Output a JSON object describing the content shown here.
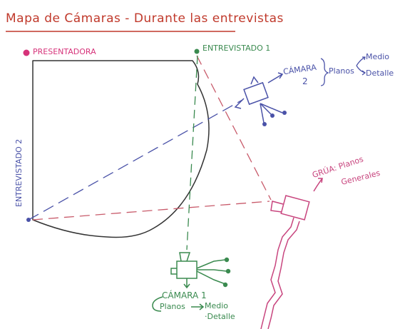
{
  "title": "Mapa de Cámaras - Durante las entrevistas",
  "people": {
    "presenter": "PRESENTADORA",
    "interviewee1": "ENTREVISTADO 1",
    "interviewee2": "ENTREVISTADO 2"
  },
  "camera2": {
    "label": "CÁMARA",
    "number": "2",
    "shots_label": "Planos",
    "shot_a": "Medio",
    "shot_b": "Detalle"
  },
  "crane": {
    "label": "GRÚA: Planos",
    "label2": "Generales"
  },
  "camera1": {
    "label": "CÁMARA 1",
    "shots_label": "Planos",
    "shot_a": "Medio",
    "shot_b": "·Detalle"
  },
  "colors": {
    "title": "#c0392b",
    "room": "#333333",
    "presenter_dot": "#d6337a",
    "camera2": "#4a52a8",
    "camera1": "#3a8a4f",
    "crane": "#c8457e",
    "sightline_red": "#c85a6a"
  }
}
